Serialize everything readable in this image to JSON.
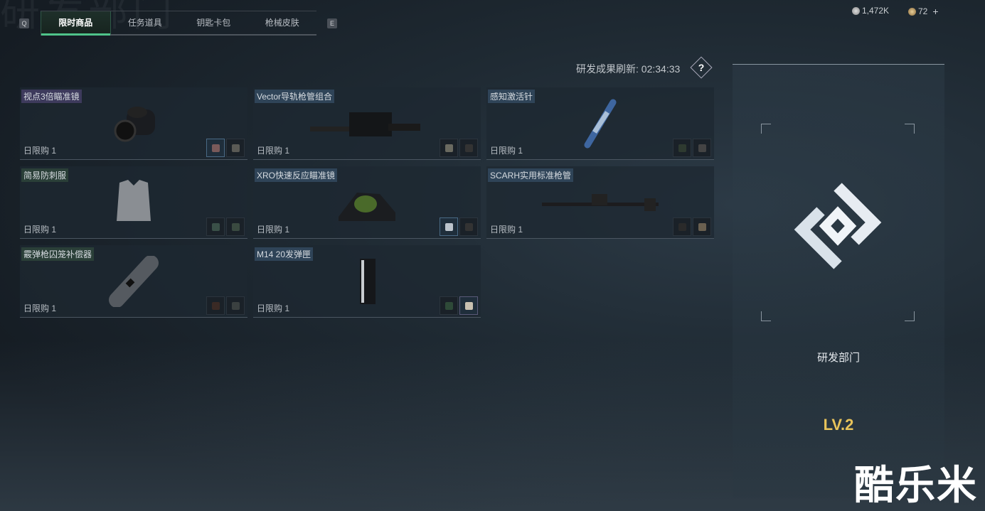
{
  "tabs": {
    "left_key": "Q",
    "right_key": "E",
    "items": [
      {
        "label": "限时商品",
        "active": true
      },
      {
        "label": "任务道具"
      },
      {
        "label": "钥匙卡包"
      },
      {
        "label": "枪械皮肤"
      }
    ]
  },
  "currency": {
    "silver": "1,472K",
    "gold": "72",
    "gold_add": "+"
  },
  "refresh": {
    "label": "研发成果刷新: 02:34:33",
    "help": "?"
  },
  "items": [
    {
      "name": "视点3倍瞄准镜",
      "limit": "日限购 1",
      "rarity": "purple"
    },
    {
      "name": "Vector导轨枪管组合",
      "limit": "日限购 1",
      "rarity": "blue"
    },
    {
      "name": "感知激活针",
      "limit": "日限购 1",
      "rarity": "blue"
    },
    {
      "name": "简易防刺服",
      "limit": "日限购 1",
      "rarity": "green"
    },
    {
      "name": "XRO快速反应瞄准镜",
      "limit": "日限购 1",
      "rarity": "blue"
    },
    {
      "name": "SCARH实用标准枪管",
      "limit": "日限购 1",
      "rarity": "blue"
    },
    {
      "name": "霰弹枪囚笼补偿器",
      "limit": "日限购 1",
      "rarity": "green"
    },
    {
      "name": "M14 20发弹匣",
      "limit": "日限购 1",
      "rarity": "blue"
    }
  ],
  "department": {
    "name": "研发部门",
    "level": "LV.2"
  },
  "watermark": "酷乐米"
}
